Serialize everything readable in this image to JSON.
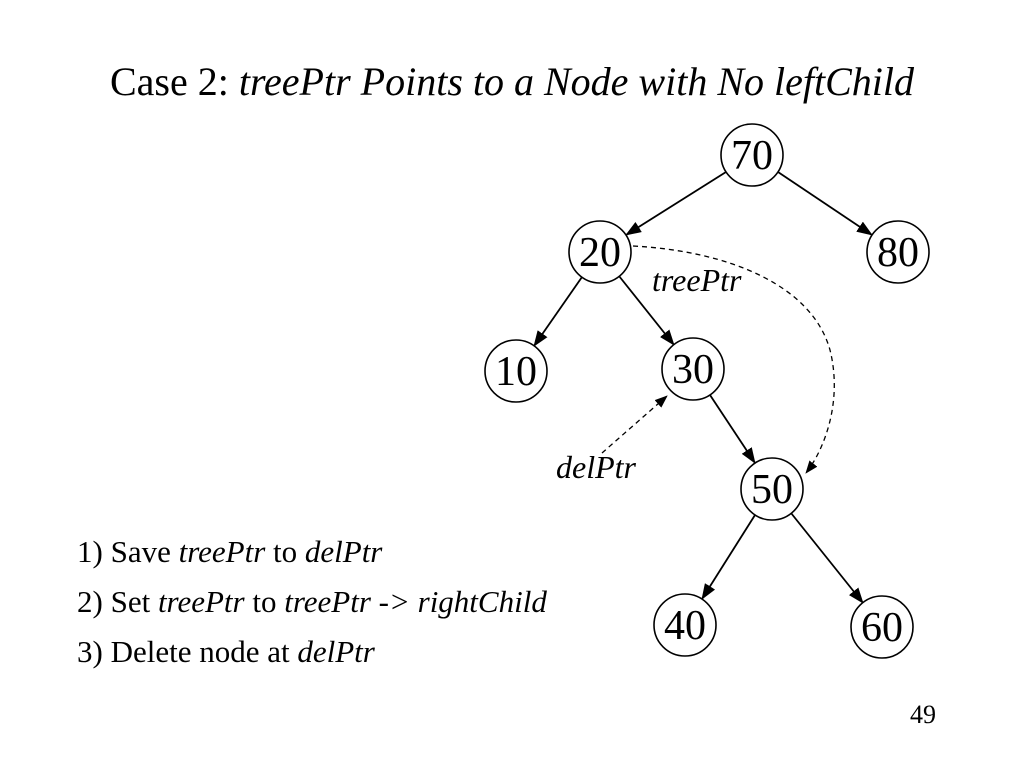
{
  "slide": {
    "title": {
      "prefix": "Case 2: ",
      "emphasis": "treePtr Points to a Node with No leftChild"
    },
    "page_number": "49"
  },
  "colors": {
    "ink": "#000000",
    "background": "#ffffff"
  },
  "diagram": {
    "type": "binary-tree",
    "nodes": [
      {
        "value": "70"
      },
      {
        "value": "20"
      },
      {
        "value": "80"
      },
      {
        "value": "10"
      },
      {
        "value": "30"
      },
      {
        "value": "50"
      },
      {
        "value": "40"
      },
      {
        "value": "60"
      }
    ],
    "edges": [
      "70-20",
      "70-80",
      "20-10",
      "20-30",
      "30-50",
      "50-40",
      "50-60"
    ],
    "labels": {
      "tree_ptr": "treePtr",
      "del_ptr": "delPtr"
    }
  },
  "steps": [
    {
      "seg1": "1) Save ",
      "seg2": "treePtr",
      "seg3": " to ",
      "seg4": "delPtr"
    },
    {
      "seg1": "2) Set ",
      "seg2": "treePtr",
      "seg3": " to ",
      "seg4": "treePtr -> rightChild"
    },
    {
      "seg1": "3) Delete node at ",
      "seg2": "delPtr",
      "seg3": "",
      "seg4": ""
    }
  ]
}
